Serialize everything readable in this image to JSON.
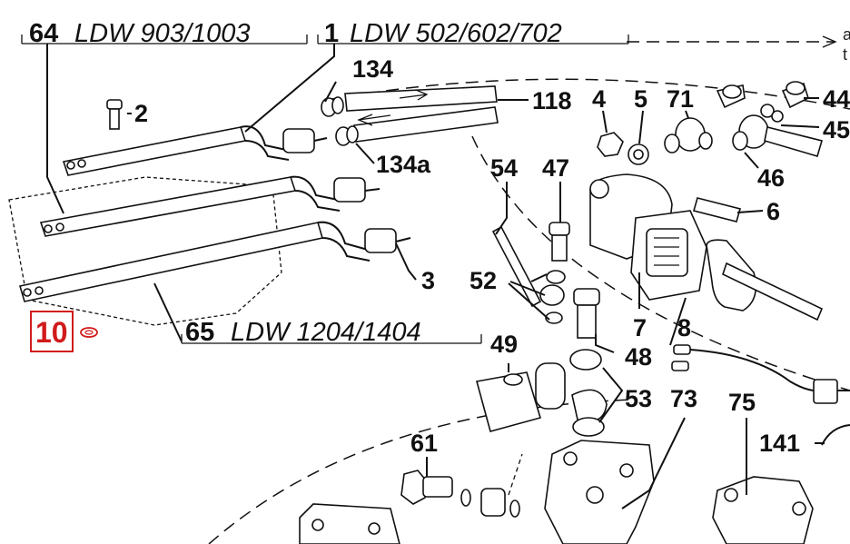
{
  "headers": {
    "h64": {
      "num": "64",
      "model": "LDW 903/1003"
    },
    "h1": {
      "num": "1",
      "model": "LDW 502/602/702"
    },
    "h65": {
      "num": "65",
      "model": "LDW 1204/1404"
    }
  },
  "highlight": {
    "number": "10",
    "color": "#d11b1b"
  },
  "callouts": {
    "c134": "134",
    "c2": "2",
    "c118": "118",
    "c4": "4",
    "c5": "5",
    "c71": "71",
    "c44": "44",
    "c45": "45",
    "c134a": "134a",
    "c54": "54",
    "c47": "47",
    "c46": "46",
    "c6": "6",
    "c52": "52",
    "c3": "3",
    "c7": "7",
    "c8": "8",
    "c49": "49",
    "c48": "48",
    "c53": "53",
    "c73": "73",
    "c75": "75",
    "c61": "61",
    "c141": "141"
  },
  "edge_text": {
    "top": "a",
    "bottom": "t"
  }
}
